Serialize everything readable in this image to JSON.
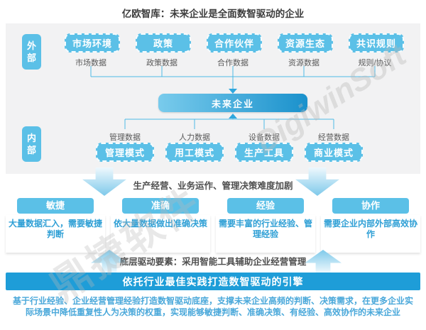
{
  "title": "亿欧智库：未来企业是全面数智驱动的企业",
  "colors": {
    "panel_bg": "#f2f2f3",
    "box_blue": "#5bc0e7",
    "center_gradient_start": "#79cbec",
    "center_gradient_end": "#1a91cc",
    "banner_blue": "#1e9dd8",
    "body_text_blue": "#2e9fd5",
    "label_gray": "#595959"
  },
  "external": {
    "label": "外部",
    "items": [
      {
        "box": "市场环境",
        "data": "市场数据"
      },
      {
        "box": "政策",
        "data": "政策数据"
      },
      {
        "box": "合作伙伴",
        "data": "合作数据"
      },
      {
        "box": "资源生态",
        "data": "资源数据"
      },
      {
        "box": "共识规则",
        "data": "规则/协议"
      }
    ]
  },
  "center_box": "未来企业",
  "internal": {
    "label": "内部",
    "items": [
      {
        "data": "管理数据",
        "box": "管理模式"
      },
      {
        "data": "人力数据",
        "box": "用工模式"
      },
      {
        "data": "设备数据",
        "box": "生产工具"
      },
      {
        "data": "经营数据",
        "box": "商业模式"
      }
    ]
  },
  "challenge_text": "生产经营、业务运作、管理决策难度加剧",
  "capabilities": [
    {
      "title": "敏捷",
      "desc": "大量数据汇入，需要敏捷判断"
    },
    {
      "title": "准确",
      "desc": "依大量数据做出准确决策"
    },
    {
      "title": "经验",
      "desc": "需要丰富的行业经验、管理经验"
    },
    {
      "title": "协作",
      "desc": "需要企业内部外部高效协作"
    }
  ],
  "driver_text": "底层驱动要素：采用智能工具辅助企业经营管理",
  "banner": "依托行业最佳实践打造数智驱动的引擎",
  "footer": "基于行业经验、企业经营管理经验打造数智驱动底座，支撑未来企业高频的判断、决策需求，在更多企业实际场景中降低重复性人为决策的权重，实现能够敏捷判断、准确决策、有经验、高效协作的未来企业",
  "watermarks": {
    "latin": "DigiwinSoft",
    "cjk": "鼎捷软件"
  }
}
